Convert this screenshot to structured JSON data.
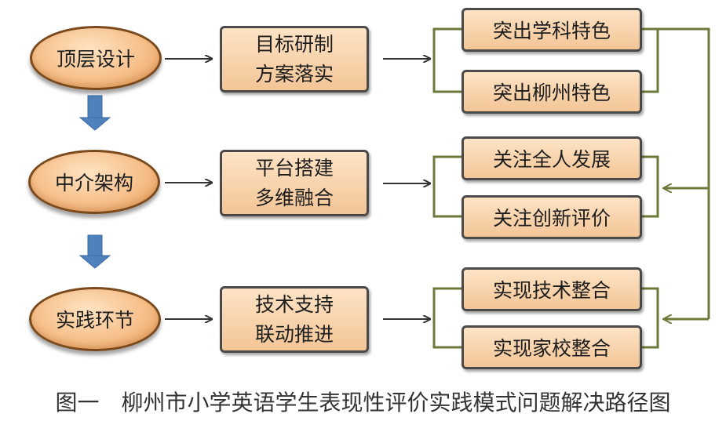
{
  "rows": [
    {
      "stage": "顶层设计",
      "goal_lines": [
        "目标研制",
        "方案落实"
      ],
      "outcomes": [
        "突出学科特色",
        "突出柳州特色"
      ]
    },
    {
      "stage": "中介架构",
      "goal_lines": [
        "平台搭建",
        "多维融合"
      ],
      "outcomes": [
        "关注全人发展",
        "关注创新评价"
      ]
    },
    {
      "stage": "实践环节",
      "goal_lines": [
        "技术支持",
        "联动推进"
      ],
      "outcomes": [
        "实现技术整合",
        "实现家校整合"
      ]
    }
  ],
  "caption": "图一　柳州市小学英语学生表现性评价实践模式问题解决路径图",
  "colors": {
    "ellipse_fill": "#f6c08b",
    "box_fill": "#f3c596",
    "down_arrow": "#4f81bd",
    "bracket_line": "#6b7a3a",
    "arrow_line": "#333333"
  }
}
